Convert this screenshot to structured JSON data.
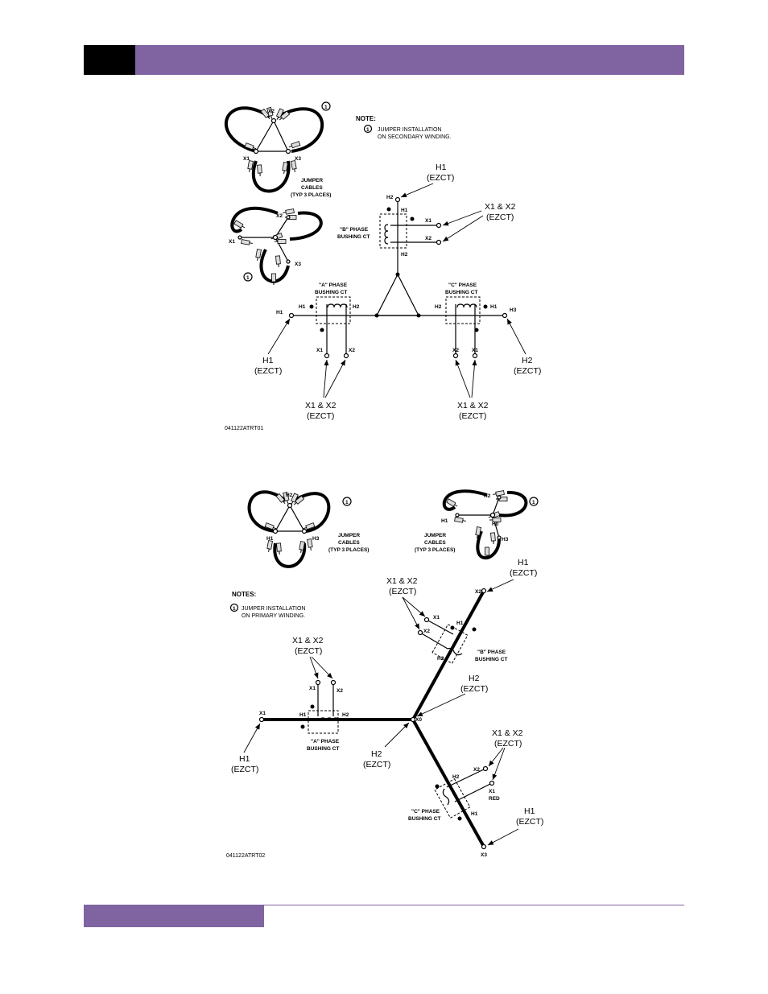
{
  "fig1": {
    "note_title": "NOTE:",
    "note_num": "1",
    "note_line1": "JUMPER INSTALLATION",
    "note_line2": "ON SECONDARY WINDING.",
    "jumper_line1": "JUMPER",
    "jumper_line2": "CABLES",
    "jumper_line3": "(TYP 3 PLACES)",
    "delta_labels": {
      "x1": "X1",
      "x2": "X2",
      "x3": "X3"
    },
    "wye_labels": {
      "x1": "X1",
      "x2": "X2",
      "x3": "X3"
    },
    "b_phase": {
      "line1": "\"B\" PHASE",
      "line2": "BUSHING CT"
    },
    "a_phase": {
      "line1": "\"A\" PHASE",
      "line2": "BUSHING CT"
    },
    "c_phase": {
      "line1": "\"C\" PHASE",
      "line2": "BUSHING CT"
    },
    "terms": {
      "h1": "H1",
      "h2": "H2",
      "h3": "H3",
      "x1": "X1",
      "x2": "X2"
    },
    "ezct": {
      "h1": "H1",
      "h2": "H2",
      "x1x2": "X1 & X2",
      "paren": "(EZCT)"
    },
    "fig_id": "041122ATRT01"
  },
  "fig2": {
    "notes_title": "NOTES:",
    "note_num": "1",
    "note_line1": "JUMPER INSTALLATION",
    "note_line2": "ON  PRIMARY WINDING.",
    "jumper_line1": "JUMPER",
    "jumper_line2": "CABLES",
    "jumper_line3": "(TYP 3 PLACES)",
    "delta_labels": {
      "h1": "H1",
      "h2": "H2",
      "h3": "H3"
    },
    "wye_labels": {
      "h1": "H1",
      "h2": "H2",
      "h3": "H3",
      "h0": "H0"
    },
    "b_phase": {
      "line1": "\"B\" PHASE",
      "line2": "BUSHING CT"
    },
    "a_phase": {
      "line1": "\"A\" PHASE",
      "line2": "BUSHING CT"
    },
    "c_phase": {
      "line1": "\"C\" PHASE",
      "line2": "BUSHING CT"
    },
    "terms": {
      "x0": "X0",
      "x1": "X1",
      "x2": "X2",
      "x3": "X3",
      "h1": "H1",
      "h2": "H2",
      "red": "RED"
    },
    "ezct": {
      "h1": "H1",
      "h2": "H2",
      "x1x2": "X1 & X2",
      "paren": "(EZCT)"
    },
    "fig_id": "041122ATRT02"
  }
}
